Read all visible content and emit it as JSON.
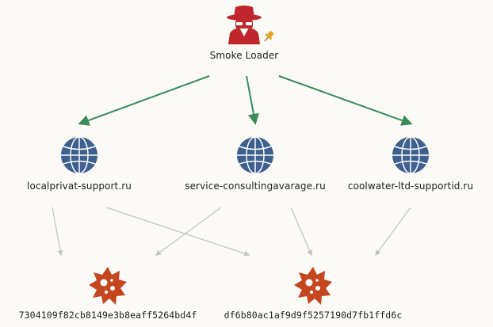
{
  "root": {
    "label": "Smoke Loader",
    "icon": "spy-icon",
    "badge_icon": "pin-icon"
  },
  "domains": [
    {
      "label": "localprivat-support.ru",
      "icon": "globe-icon"
    },
    {
      "label": "service-consultingavarage.ru",
      "icon": "globe-icon"
    },
    {
      "label": "coolwater-ltd-supportid.ru",
      "icon": "globe-icon"
    }
  ],
  "files": [
    {
      "label": "7304109f82cb8149e3b8eaff5264bd4f",
      "icon": "malware-icon"
    },
    {
      "label": "df6b80ac1af9d9f5257190d7fb1ffd6c",
      "icon": "malware-icon"
    }
  ],
  "colors": {
    "root_edge": "#3a8a5c",
    "relation_edge": "#c4c4c4",
    "spy": "#c0272d",
    "globe": "#3f5f8f",
    "malware": "#c5461e",
    "pin": "#e0a52a"
  }
}
